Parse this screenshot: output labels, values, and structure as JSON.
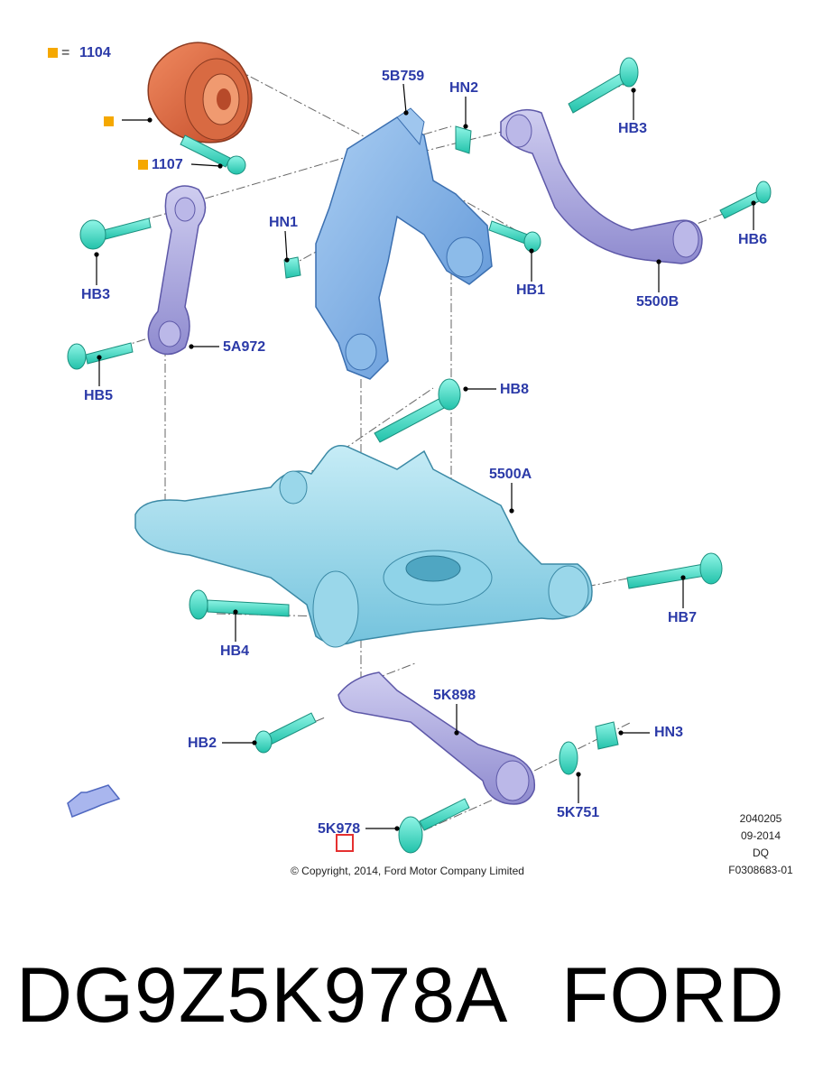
{
  "labels": {
    "l1104": "1104",
    "l1104_eq": "=",
    "l1107": "1107",
    "l5B759": "5B759",
    "lHN2": "HN2",
    "lHB3_top": "HB3",
    "lHB6": "HB6",
    "lHN1": "HN1",
    "lHB3_left": "HB3",
    "lHB1": "HB1",
    "l5500B": "5500B",
    "l5A972": "5A972",
    "lHB5": "HB5",
    "lHB8": "HB8",
    "l5500A": "5500A",
    "lHB7": "HB7",
    "lHB4": "HB4",
    "l5K898": "5K898",
    "lHB2": "HB2",
    "lHN3": "HN3",
    "l5K751": "5K751",
    "l5K978": "5K978"
  },
  "meta": {
    "code": "2040205",
    "date": "09-2014",
    "dq": "DQ",
    "figure": "F0308683-01",
    "copyright": "© Copyright, 2014, Ford Motor Company Limited"
  },
  "footer": {
    "part_number": "DG9Z5K978A",
    "brand": "FORD"
  },
  "colors": {
    "label_blue": "#2b3aa8",
    "marker_orange": "#f5a800",
    "part_cyan": "#8fd3e8",
    "part_lavender": "#a9a6dc",
    "part_steel_blue": "#7aaee3",
    "part_orange": "#e0603a",
    "bolt_teal": "#3fe0c8",
    "highlight_red": "#e53030"
  }
}
